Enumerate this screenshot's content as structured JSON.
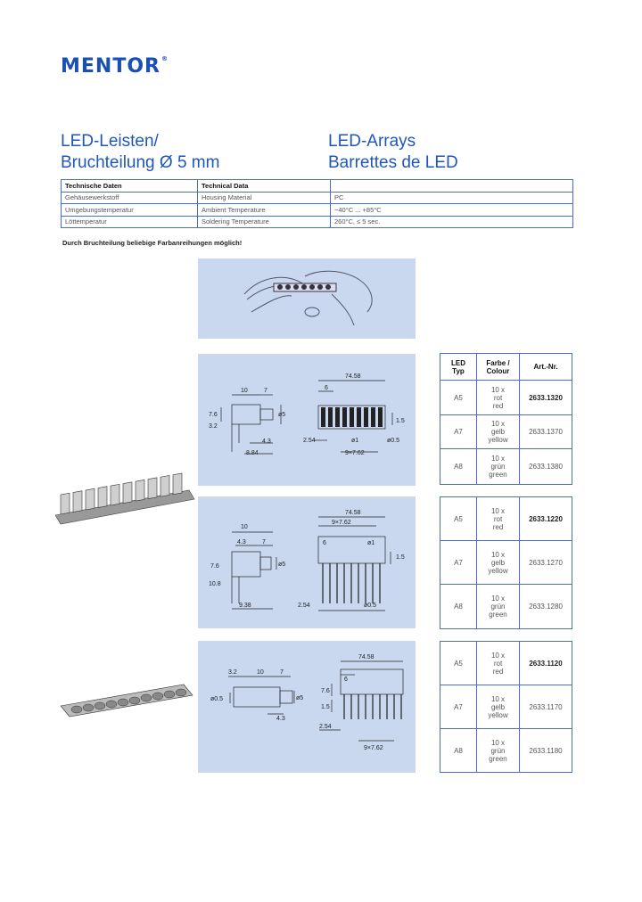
{
  "logo": {
    "text": "MENTOR",
    "mark": "®"
  },
  "title": {
    "de_line1": "LED-Leisten/",
    "de_line2": "Bruchteilung Ø 5 mm",
    "en_line1": "LED-Arrays",
    "en_line2": "Barrettes de LED"
  },
  "spec_table": {
    "headers": [
      "Technische Daten",
      "Technical Data"
    ],
    "rows": [
      [
        "Gehäusewerkstoff",
        "Housing Material",
        "PC"
      ],
      [
        "Umgebungstemperatur",
        "Ambient Temperature",
        "−40°C ... +85°C"
      ],
      [
        "Löttemperatur",
        "Soldering Temperature",
        "260°C, ≤ 5 sec."
      ]
    ]
  },
  "note": "Durch Bruchteilung beliebige Farbanreihungen möglich!",
  "product_table": {
    "headers": {
      "led": "LED",
      "typ": "Typ",
      "farbe": "Farbe /",
      "colour": "Colour",
      "art": "Art.-Nr."
    },
    "groups": [
      [
        {
          "typ": "A5",
          "c1": "10 x",
          "c2": "rot",
          "c3": "red",
          "art": "2633.1320"
        },
        {
          "typ": "A7",
          "c1": "10 x",
          "c2": "gelb",
          "c3": "yellow",
          "art": "2633.1370"
        },
        {
          "typ": "A8",
          "c1": "10 x",
          "c2": "grün",
          "c3": "green",
          "art": "2633.1380"
        }
      ],
      [
        {
          "typ": "A5",
          "c1": "10 x",
          "c2": "rot",
          "c3": "red",
          "art": "2633.1220"
        },
        {
          "typ": "A7",
          "c1": "10 x",
          "c2": "gelb",
          "c3": "yellow",
          "art": "2633.1270"
        },
        {
          "typ": "A8",
          "c1": "10 x",
          "c2": "grün",
          "c3": "green",
          "art": "2633.1280"
        }
      ],
      [
        {
          "typ": "A5",
          "c1": "10 x",
          "c2": "rot",
          "c3": "red",
          "art": "2633.1120"
        },
        {
          "typ": "A7",
          "c1": "10 x",
          "c2": "gelb",
          "c3": "yellow",
          "art": "2633.1170"
        },
        {
          "typ": "A8",
          "c1": "10 x",
          "c2": "grün",
          "c3": "green",
          "art": "2633.1180"
        }
      ]
    ]
  },
  "drawing1": {
    "d10": "10",
    "d7": "7",
    "d7_6": "7.6",
    "d3_2": "3.2",
    "d4_3": "4.3",
    "d8_84": "8.84",
    "d_o5": "ø5",
    "d74_58": "74.58",
    "d6": "6",
    "d1_5": "1.5",
    "d2_54": "2.54",
    "d_o1": "ø1",
    "d_o0_5": "ø0.5",
    "d9x7_62": "9×7.62"
  },
  "drawing2": {
    "d10": "10",
    "d4_3": "4.3",
    "d7": "7",
    "d7_6": "7.6",
    "d10_8": "10.8",
    "d9_38": "9.38",
    "d_o5": "ø5",
    "d74_58": "74.58",
    "d9x7_62": "9×7.62",
    "d6": "6",
    "d_o1": "ø1",
    "d1_5": "1.5",
    "d2_54": "2.54",
    "d_o0_5": "ø0.5"
  },
  "drawing3": {
    "d3_2": "3.2",
    "d10": "10",
    "d7": "7",
    "d_o0_5": "ø0.5",
    "d_o5": "ø5",
    "d4_3": "4.3",
    "d74_58": "74.58",
    "d6": "6",
    "d7_6": "7.6",
    "d1_5": "1.5",
    "d2_54": "2.54",
    "d9x7_62": "9×7.62"
  },
  "colors": {
    "brand_blue": "#1a4fb3",
    "panel_blue": "#c9d8ef",
    "rule_blue": "#4a6fc0"
  }
}
